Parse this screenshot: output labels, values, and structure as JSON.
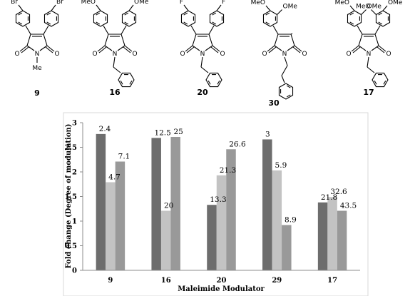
{
  "structures": [
    {
      "id": "9",
      "r_left": "Br",
      "r_left2": "",
      "r_right": "Br",
      "r_right2": "",
      "n_sub": "Me",
      "chain": "methyl"
    },
    {
      "id": "16",
      "r_left": "MeO",
      "r_left2": "",
      "r_right": "OMe",
      "r_right2": "",
      "n_sub": "",
      "chain": "benzyl"
    },
    {
      "id": "20",
      "r_left": "F",
      "r_left2": "",
      "r_right": "F",
      "r_right2": "",
      "n_sub": "",
      "chain": "benzyl"
    },
    {
      "id": "30",
      "r_left": "MeO",
      "r_left2": "OMe",
      "r_right": "",
      "r_right2": "",
      "n_sub": "",
      "chain": "phenethyl"
    },
    {
      "id": "17",
      "r_left": "MeO",
      "r_left2": "OMe",
      "r_right": "OMe",
      "r_right2": "MeO",
      "n_sub": "",
      "chain": "benzyl"
    }
  ],
  "atoms": {
    "oxygen": "O",
    "nitrogen": "N"
  },
  "chart_data": {
    "type": "bar",
    "xlabel": "Maleimide Modulator",
    "ylabel": "Fold change (Degree of modulation)",
    "ylim": [
      0,
      3
    ],
    "yticks": [
      0,
      0.5,
      1,
      1.5,
      2,
      2.5,
      3
    ],
    "grid": false,
    "legend": "none",
    "categories": [
      "9",
      "16",
      "20",
      "29",
      "17"
    ],
    "series_colors": [
      "#6d6d6d",
      "#c3c3c3",
      "#999999"
    ],
    "groups": [
      {
        "category": "9",
        "bars": [
          {
            "value": 2.77,
            "label": "2.4"
          },
          {
            "value": 1.79,
            "label": "4.7"
          },
          {
            "value": 2.21,
            "label": "7.1"
          }
        ]
      },
      {
        "category": "16",
        "bars": [
          {
            "value": 2.69,
            "label": "12.5"
          },
          {
            "value": 1.21,
            "label": "20"
          },
          {
            "value": 2.71,
            "label": "25"
          }
        ]
      },
      {
        "category": "20",
        "bars": [
          {
            "value": 1.33,
            "label": "13.3"
          },
          {
            "value": 1.93,
            "label": "21.3"
          },
          {
            "value": 2.46,
            "label": "26.6"
          }
        ]
      },
      {
        "category": "29",
        "bars": [
          {
            "value": 2.66,
            "label": "3"
          },
          {
            "value": 2.03,
            "label": "5.9"
          },
          {
            "value": 0.92,
            "label": "8.9"
          }
        ]
      },
      {
        "category": "17",
        "bars": [
          {
            "value": 1.38,
            "label": "21.8"
          },
          {
            "value": 1.49,
            "label": "32.6"
          },
          {
            "value": 1.21,
            "label": "43.5"
          }
        ]
      }
    ]
  }
}
